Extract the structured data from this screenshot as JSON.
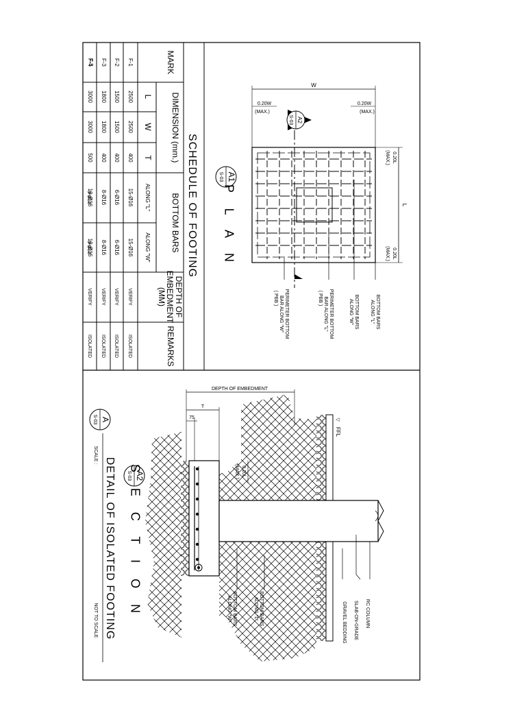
{
  "schedule": {
    "title": "SCHEDULE OF FOOTING",
    "headers": {
      "mark": "MARK",
      "dimension": "DIMENSION (mm.)",
      "bottom_bars": "BOTTOM BARS",
      "depth_line1": "DEPTH OF",
      "depth_line2": "EMBEDMENT",
      "depth_line3": "(MM)",
      "remarks": "REMARKS"
    },
    "subheaders": {
      "l": "L",
      "w": "W",
      "t": "T",
      "along_l": "ALONG \"L\"",
      "along_w": "ALONG \"W\""
    },
    "rows": [
      {
        "mark": "F-1",
        "l": "2500",
        "w": "2500",
        "t": "400",
        "along_l": "15-Ø16",
        "along_w": "15-Ø16",
        "depth": "VERIFY",
        "remarks": "ISOLATED"
      },
      {
        "mark": "F-2",
        "l": "1500",
        "w": "1500",
        "t": "400",
        "along_l": "6-Ø16",
        "along_w": "6-Ø16",
        "depth": "VERIFY",
        "remarks": "ISOLATED"
      },
      {
        "mark": "F-3",
        "l": "1800",
        "w": "1800",
        "t": "400",
        "along_l": "8-Ø16",
        "along_w": "8-Ø16",
        "depth": "VERIFY",
        "remarks": "ISOLATED"
      },
      {
        "mark": "F-4",
        "l": "3000",
        "w": "3000",
        "t": "500",
        "along_l": "19-Ø16",
        "along_w": "19-Ø16",
        "depth": "VERIFY",
        "remarks": "ISOLATED"
      },
      {
        "mark": "F-5",
        "l": "",
        "w": "",
        "t": "",
        "along_l": "9-Ø16",
        "along_w": "9-Ø16",
        "depth": "",
        "remarks": ""
      }
    ]
  },
  "plan": {
    "title": "P L A N",
    "bubble_main": "A1",
    "bubble_sub": "S-03",
    "section_cut_main": "A2",
    "section_cut_sub": "S-03",
    "dim_w": "W",
    "dim_l": "L",
    "dim_020w": "0.20W",
    "dim_max": "(MAX.)",
    "dim_020l": "0.20L",
    "labels": [
      {
        "line1": "BOTTOM BARS",
        "line2": "ALONG \"L\"",
        "line3": ""
      },
      {
        "line1": "BOTTOM BARS",
        "line2": "ALONG \"W\"",
        "line3": ""
      },
      {
        "line1": "PERIMETER BOTTOM",
        "line2": "BAR ALONG \"L\"",
        "line3": "( PBB )"
      },
      {
        "line1": "PERIMETER BOTTOM",
        "line2": "BAR ALONG \"W\"",
        "line3": "( PBB )"
      }
    ]
  },
  "section": {
    "title": "S E C T I O N",
    "bubble_main": "A2",
    "bubble_sub": "S-03",
    "depth_of_embedment": "DEPTH OF EMBEDMENT",
    "dim_t": "T",
    "dim_75": "75",
    "dim_020l": "0.20L",
    "dim_max": "(MAX.)",
    "ffl": "FFL",
    "labels": {
      "rc_column": "RC COLUMN",
      "slab_on_grade": "SLAB-ON-GRADE",
      "gravel_bedding": "GRAVEL BEDDING",
      "bottom_bars_l_1": "BOTTOM BARS",
      "bottom_bars_l_2": "ALONG \"L\"",
      "bottom_bars_w_1": "BOTTOM BARS",
      "bottom_bars_w_2": "ALONG \"W\""
    }
  },
  "detail": {
    "bubble_main": "A",
    "bubble_sub": "S-03",
    "title": "DETAIL OF ISOLATED FOOTING",
    "scale_label": "SCALE :",
    "scale_value": "NOT TO SCALE"
  }
}
